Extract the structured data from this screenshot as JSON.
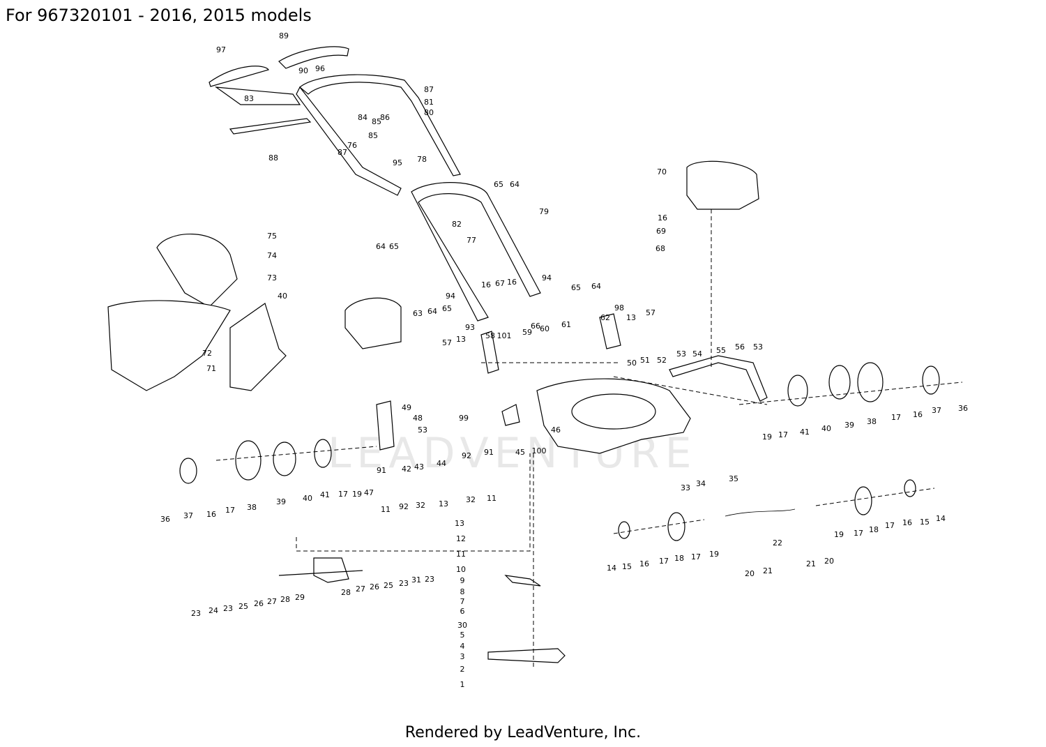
{
  "header": {
    "title": "For 967320101 - 2016, 2015 models"
  },
  "footer": {
    "text": "Rendered by LeadVenture, Inc."
  },
  "watermark": "LEADVENTURE"
}
